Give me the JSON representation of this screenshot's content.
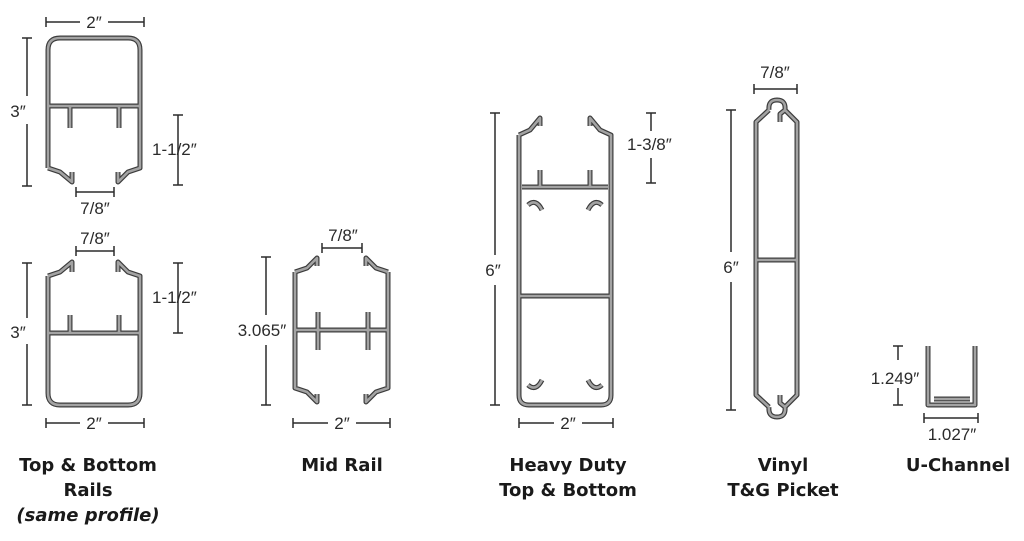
{
  "colors": {
    "profile_fill": "#a3a3a3",
    "profile_outline": "#3c3c3c",
    "text": "#1a1a1a"
  },
  "top_rail": {
    "width": "2″",
    "height": "3″",
    "lower": "1-1/2″",
    "opening": "7/8″"
  },
  "bottom_rail": {
    "opening": "7/8″",
    "height": "3″",
    "upper": "1-1/2″",
    "width": "2″"
  },
  "mid_rail": {
    "opening": "7/8″",
    "height": "3.065″",
    "width": "2″",
    "label": "Mid Rail"
  },
  "heavy_duty": {
    "height": "6″",
    "upper": "1-3/8″",
    "width": "2″",
    "label_line1": "Heavy Duty",
    "label_line2": "Top & Bottom"
  },
  "vinyl": {
    "width": "7/8″",
    "height": "6″",
    "label_line1": "Vinyl",
    "label_line2": "T&G Picket"
  },
  "u_channel": {
    "height": "1.249″",
    "width": "1.027″",
    "label": "U-Channel"
  },
  "rails_label": {
    "line1": "Top & Bottom",
    "line2": "Rails",
    "line3": "(same profile)"
  }
}
